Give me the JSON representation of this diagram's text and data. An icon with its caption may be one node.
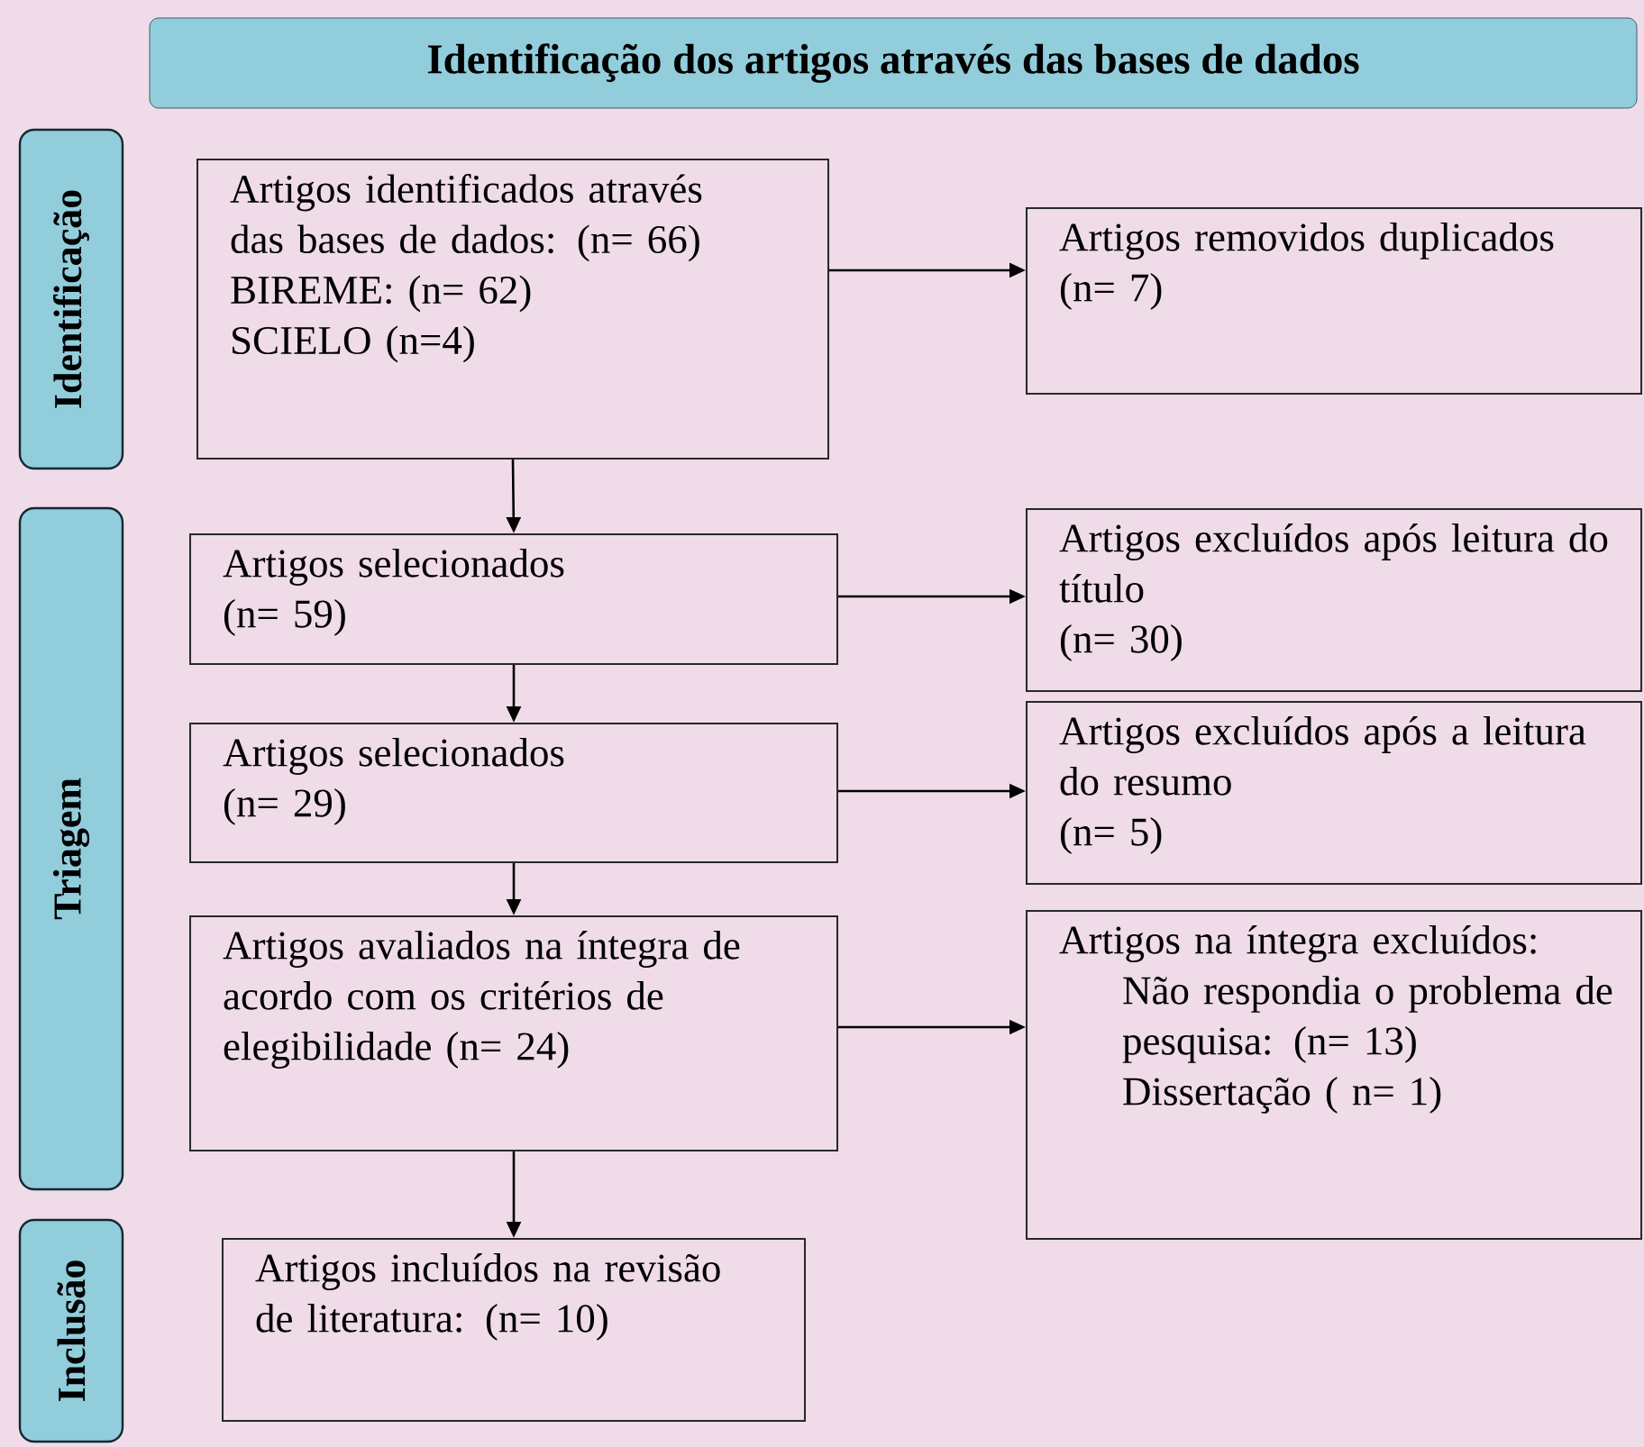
{
  "diagram": {
    "nodes": [
      {
        "text": [
          "Identificação dos artigos através das bases de dados"
        ]
      },
      {
        "text": [
          "Identificação"
        ]
      },
      {
        "text": [
          "Artigos identificados através das bases de dados: (n= 66)",
          "BIREME: (n= 62)",
          "SCIELO (n=4)"
        ]
      },
      {
        "text": [
          "Artigos removidos duplicados",
          "(n= 7)"
        ]
      },
      {
        "text": [
          "Triagem"
        ]
      },
      {
        "text": [
          "Artigos selecionados",
          "(n= 59)"
        ]
      },
      {
        "text": [
          "Artigos excluídos após leitura do título",
          "(n= 30)"
        ]
      },
      {
        "text": [
          "Artigos selecionados",
          "(n= 29)"
        ]
      },
      {
        "text": [
          "Artigos excluídos após a leitura do resumo",
          "(n= 5)"
        ]
      },
      {
        "text": [
          "Artigos avaliados na íntegra de acordo com os critérios de elegibilidade (n= 24)"
        ]
      },
      {
        "text": [
          "Artigos na íntegra excluídos:",
          "Não respondia o problema de pesquisa: (n= 13)",
          "Dissertação ( n= 1)"
        ]
      },
      {
        "text": [
          "Inclusão"
        ]
      },
      {
        "text": [
          "Artigos incluídos na revisão de literatura: (n= 10)"
        ]
      }
    ],
    "edges": [
      {
        "from": 2,
        "to": 3,
        "arrow": "to"
      },
      {
        "from": 2,
        "to": 5,
        "arrow": "to"
      },
      {
        "from": 5,
        "to": 6,
        "arrow": "to"
      },
      {
        "from": 5,
        "to": 7,
        "arrow": "to"
      },
      {
        "from": 7,
        "to": 8,
        "arrow": "to"
      },
      {
        "from": 7,
        "to": 9,
        "arrow": "to"
      },
      {
        "from": 9,
        "to": 10,
        "arrow": "to"
      },
      {
        "from": 9,
        "to": 12,
        "arrow": "to"
      }
    ]
  }
}
